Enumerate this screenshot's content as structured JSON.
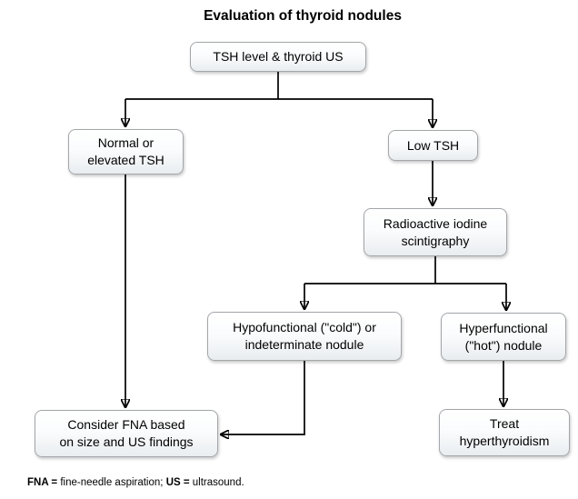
{
  "title": "Evaluation of thyroid nodules",
  "nodes": {
    "tsh_us": {
      "lines": [
        "TSH level & thyroid US"
      ]
    },
    "normal_elevated_tsh": {
      "lines": [
        "Normal or",
        "elevated TSH"
      ]
    },
    "low_tsh": {
      "lines": [
        "Low TSH"
      ]
    },
    "radioiodine_scintigraphy": {
      "lines": [
        "Radioactive iodine",
        "scintigraphy"
      ]
    },
    "hypofunctional_nodule": {
      "lines": [
        "Hypofunctional (\"cold\") or",
        "indeterminate nodule"
      ]
    },
    "hyperfunctional_nodule": {
      "lines": [
        "Hyperfunctional",
        "(\"hot\") nodule"
      ]
    },
    "consider_fna": {
      "lines": [
        "Consider FNA based",
        "on size and US findings"
      ]
    },
    "treat_hyperthyroidism": {
      "lines": [
        "Treat",
        "hyperthyroidism"
      ]
    }
  },
  "footnote": {
    "abbr_fna": "FNA =",
    "def_fna": " fine-needle aspiration; ",
    "abbr_us": "US =",
    "def_us": " ultrasound."
  },
  "colors": {
    "background": "#ffffff",
    "box_fill_top": "#ffffff",
    "box_fill_bottom": "#e9edf0",
    "box_border": "#a3a6aa",
    "connector": "#000000",
    "text": "#000000"
  }
}
